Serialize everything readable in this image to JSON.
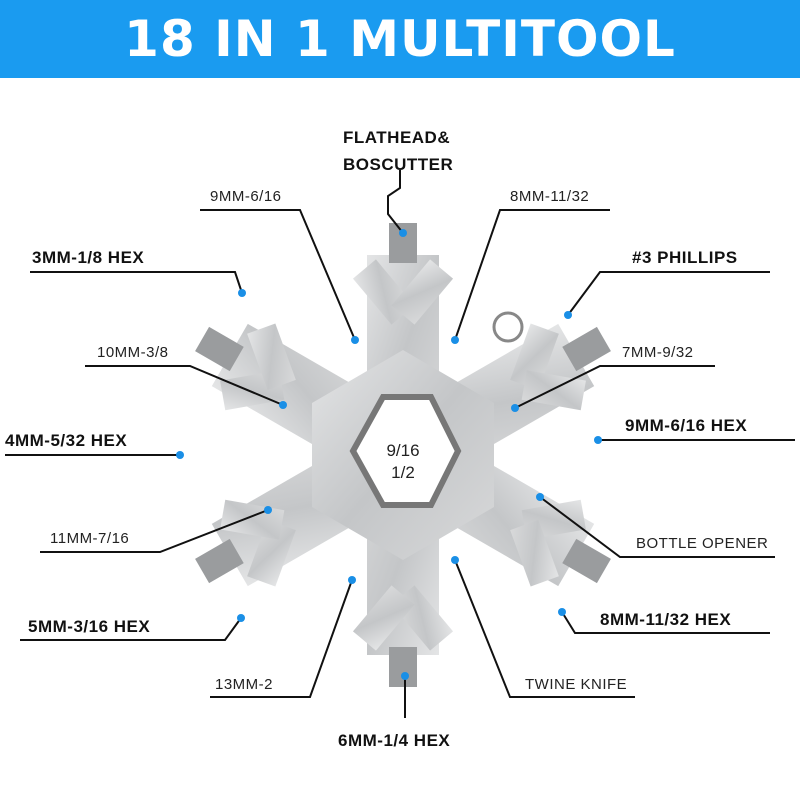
{
  "header": {
    "title": "18 IN 1 MULTITOOL"
  },
  "center_hex": {
    "size_1": "9/16",
    "size_2": "1/2"
  },
  "labels": {
    "flathead_1": "FLATHEAD&",
    "flathead_2": "BOSCUTTER",
    "w9mm": "9MM-6/16",
    "w8mm": "8MM-11/32",
    "hex3mm": "3MM-1/8 HEX",
    "phillips": "#3 PHILLIPS",
    "w10mm": "10MM-3/8",
    "w7mm": "7MM-9/32",
    "hex4mm": "4MM-5/32 HEX",
    "hex9mm": "9MM-6/16 HEX",
    "w11mm": "11MM-7/16",
    "bottle": "BOTTLE OPENER",
    "hex5mm": "5MM-3/16 HEX",
    "hex8mm": "8MM-11/32 HEX",
    "w13mm": "13MM-2",
    "twine": "TWINE KNIFE",
    "hex6mm": "6MM-1/4 HEX"
  },
  "colors": {
    "header": "#1a9bf0",
    "dot": "#1a8fe6",
    "line": "#111111",
    "metal": "#c9cbcd"
  }
}
